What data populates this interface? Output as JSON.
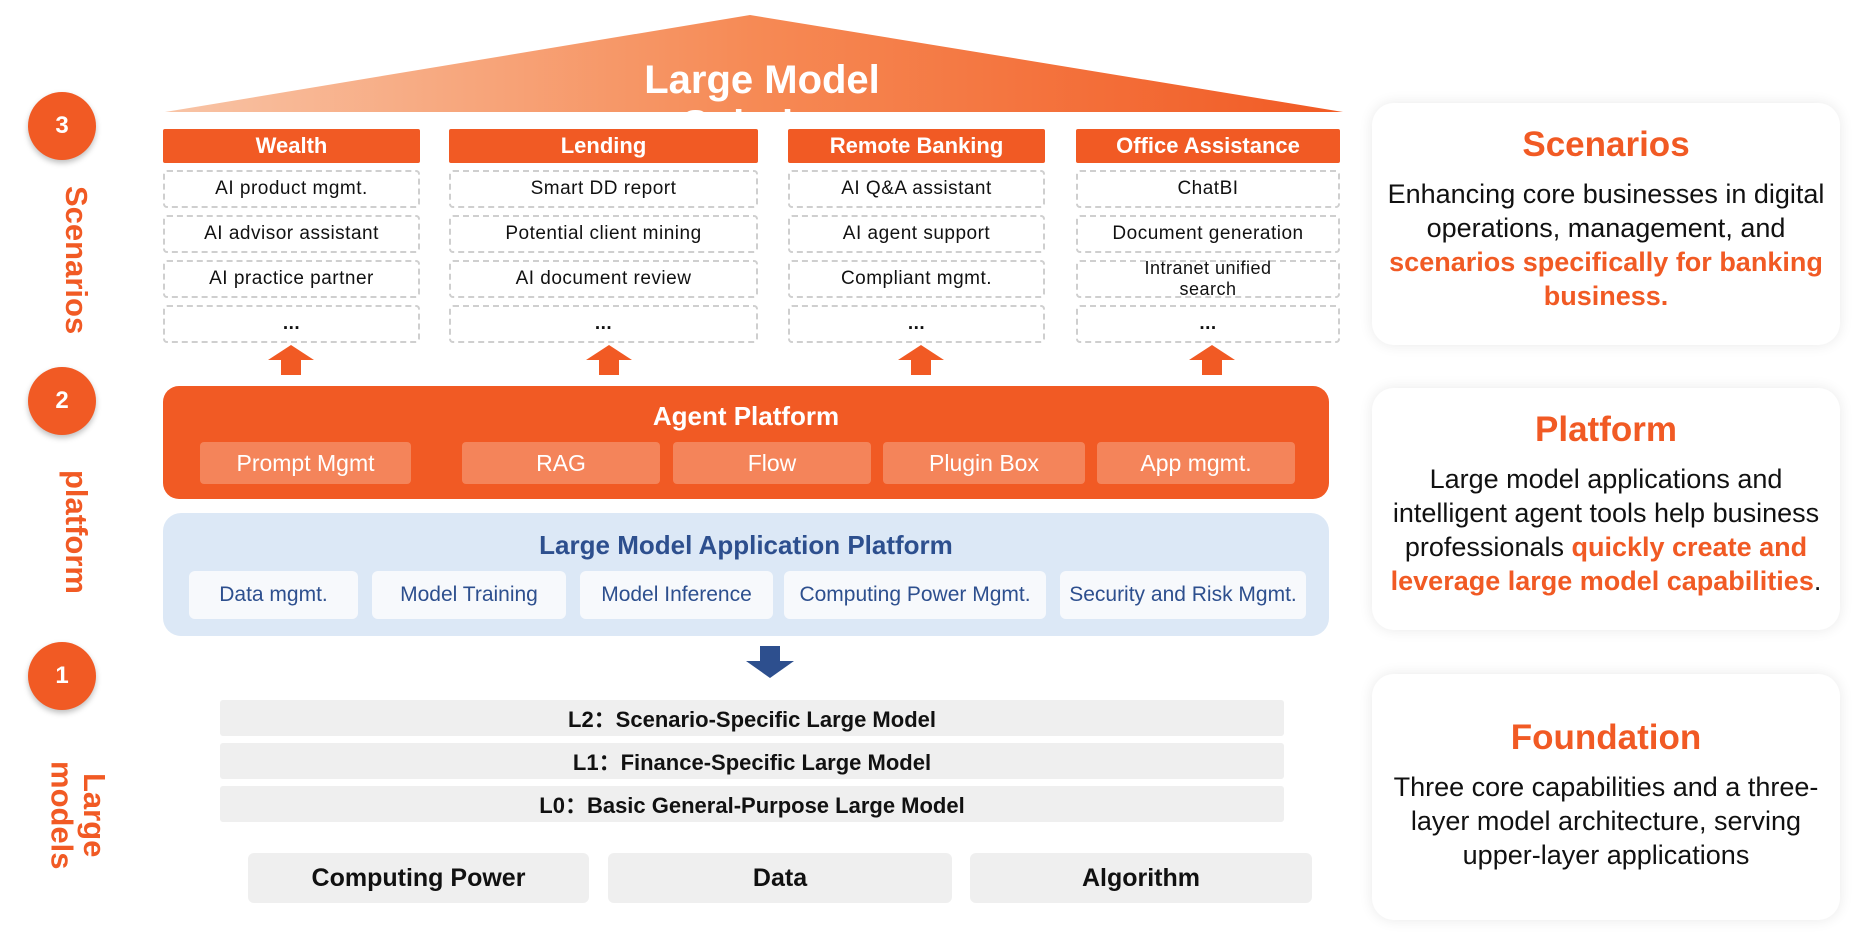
{
  "colors": {
    "accent": "#f15a24",
    "navy": "#2d4f8e",
    "light_blue": "#dce8f6"
  },
  "left_rail": [
    {
      "number": "3",
      "label": "Scenarios"
    },
    {
      "number": "2",
      "label": "platform"
    },
    {
      "number": "1",
      "label": "Large\nmodels"
    }
  ],
  "roof": {
    "title": "Large Model Solution"
  },
  "scenarios": [
    {
      "title": "Wealth",
      "items": [
        "AI product mgmt.",
        "AI advisor assistant",
        "AI practice partner",
        "..."
      ]
    },
    {
      "title": "Lending",
      "items": [
        "Smart DD report",
        "Potential client mining",
        "AI document review",
        "..."
      ]
    },
    {
      "title": "Remote Banking",
      "items": [
        "AI Q&A assistant",
        "AI agent support",
        "Compliant mgmt.",
        "..."
      ]
    },
    {
      "title": "Office Assistance",
      "items": [
        "ChatBI",
        "Document generation",
        "Intranet unified search",
        "..."
      ]
    }
  ],
  "agent_platform": {
    "title": "Agent Platform",
    "modules": [
      "Prompt Mgmt",
      "RAG",
      "Flow",
      "Plugin Box",
      "App mgmt."
    ]
  },
  "app_platform": {
    "title": "Large Model Application Platform",
    "modules": [
      "Data mgmt.",
      "Model Training",
      "Model Inference",
      "Computing Power Mgmt.",
      "Security and Risk Mgmt."
    ]
  },
  "model_layers": [
    "L2：Scenario-Specific Large Model",
    "L1：Finance-Specific Large Model",
    "L0：Basic General-Purpose Large Model"
  ],
  "foundations": [
    "Computing Power",
    "Data",
    "Algorithm"
  ],
  "cards": {
    "scenarios": {
      "title": "Scenarios",
      "text": "Enhancing core businesses in digital operations, management, and ",
      "highlight": "scenarios specifically for banking business.",
      "tail": ""
    },
    "platform": {
      "title": "Platform",
      "text": "Large model applications and intelligent agent tools help business professionals ",
      "highlight": "quickly create and leverage large model capabilities",
      "tail": "."
    },
    "foundation": {
      "title": "Foundation",
      "text": "Three core capabilities and a three-layer model architecture, serving upper-layer applications",
      "highlight": "",
      "tail": ""
    }
  }
}
